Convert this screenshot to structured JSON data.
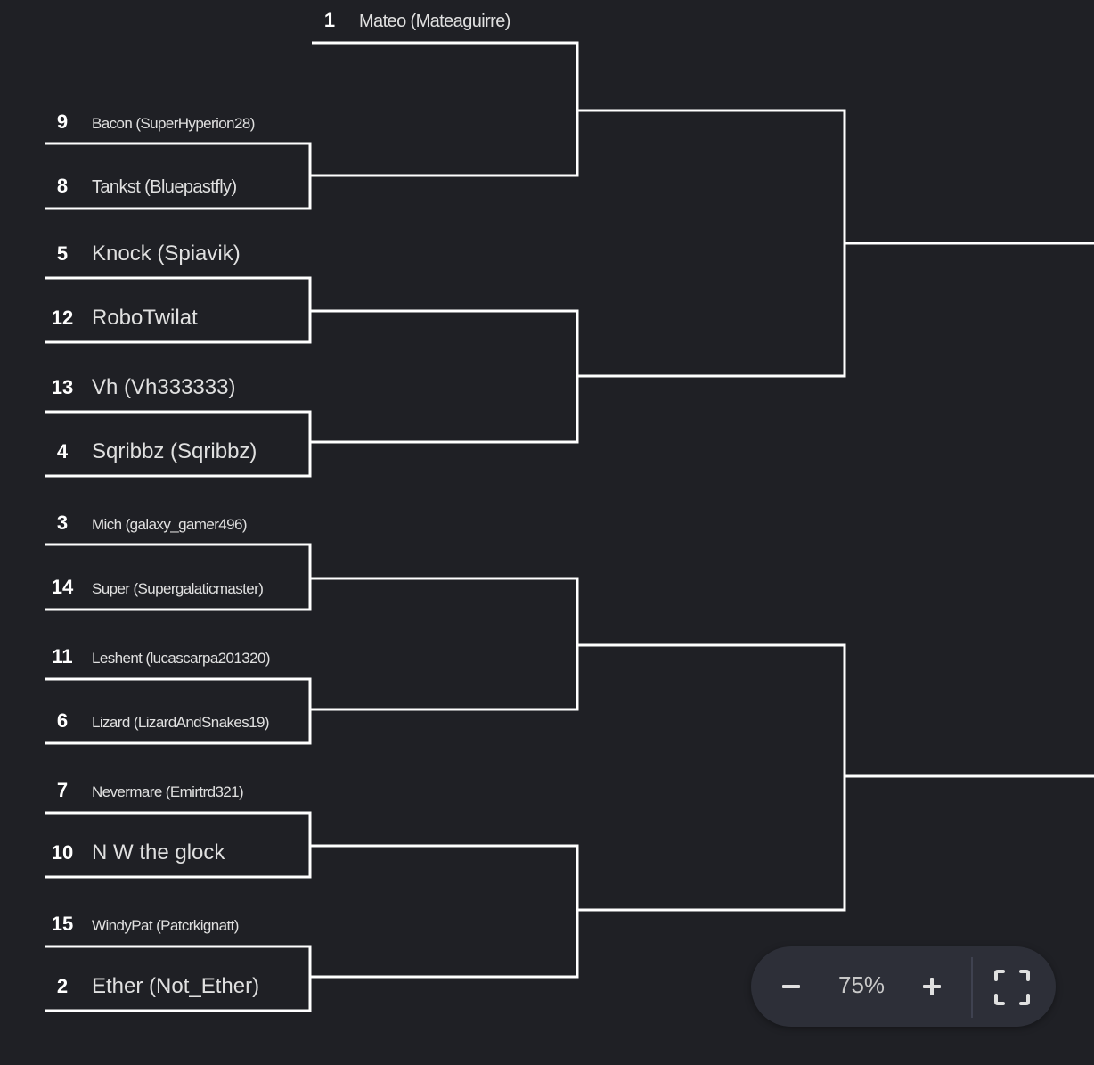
{
  "bracket": {
    "slots": [
      {
        "seed": "1",
        "name": "Mateo (Mateaguirre)"
      },
      {
        "seed": "9",
        "name": "Bacon (SuperHyperion28)"
      },
      {
        "seed": "8",
        "name": "Tankst (Bluepastfly)"
      },
      {
        "seed": "5",
        "name": "Knock (Spiavik)"
      },
      {
        "seed": "12",
        "name": "RoboTwilat"
      },
      {
        "seed": "13",
        "name": "Vh (Vh333333)"
      },
      {
        "seed": "4",
        "name": "Sqribbz (Sqribbz)"
      },
      {
        "seed": "3",
        "name": "Mich (galaxy_gamer496)"
      },
      {
        "seed": "14",
        "name": "Super (Supergalaticmaster)"
      },
      {
        "seed": "11",
        "name": "Leshent (lucascarpa201320)"
      },
      {
        "seed": "6",
        "name": "Lizard (LizardAndSnakes19)"
      },
      {
        "seed": "7",
        "name": "Nevermare (Emirtrd321)"
      },
      {
        "seed": "10",
        "name": "N W the glock"
      },
      {
        "seed": "15",
        "name": "WindyPat (Patcrkignatt)"
      },
      {
        "seed": "2",
        "name": "Ether (Not_Ether)"
      }
    ]
  },
  "zoom_control": {
    "zoom_out_icon": "minus-icon",
    "value": "75%",
    "zoom_in_icon": "plus-icon",
    "fullscreen_icon": "fullscreen-icon"
  },
  "colors": {
    "background": "#1f2025",
    "lines": "#ffffff",
    "control": "#2d2f38"
  }
}
